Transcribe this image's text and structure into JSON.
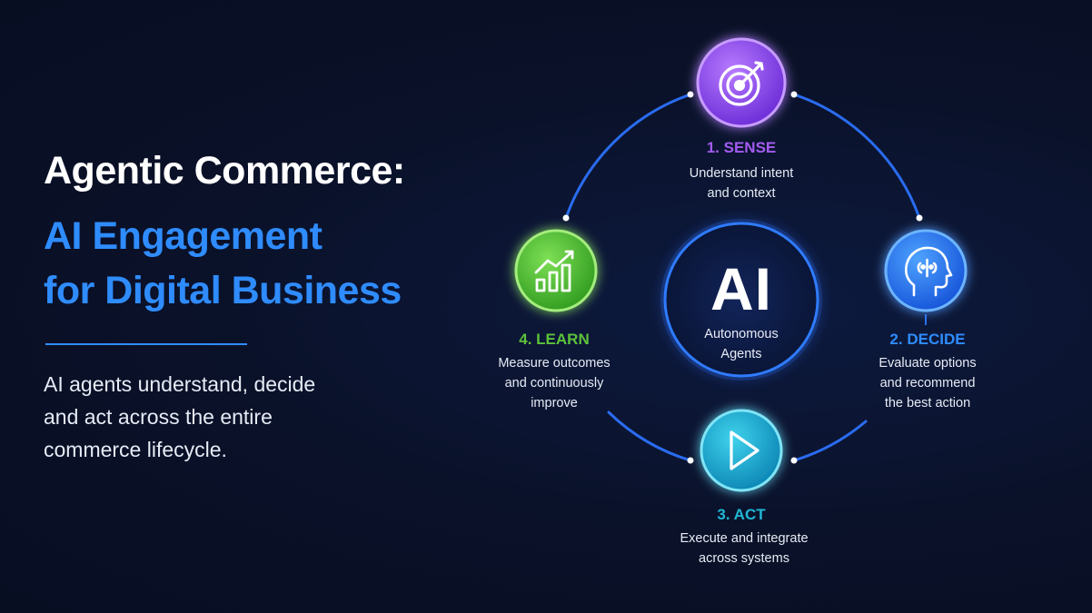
{
  "heading": {
    "line1": "Agentic Commerce:",
    "line2": "AI Engagement",
    "line3": "for Digital Business"
  },
  "description": {
    "line1": "AI agents understand, decide",
    "line2": "and act across the entire",
    "line3": "commerce lifecycle."
  },
  "center": {
    "title": "AI",
    "label_line1": "Autonomous",
    "label_line2": "Agents"
  },
  "steps": [
    {
      "title": "1. SENSE",
      "desc_line1": "Understand intent",
      "desc_line2": "and context",
      "icon": "target-icon",
      "color": "#a35cf0"
    },
    {
      "title": "2. DECIDE",
      "desc_line1": "Evaluate options",
      "desc_line2": "and recommend",
      "desc_line3": "the best action",
      "icon": "brain-head-icon",
      "color": "#2f8cff"
    },
    {
      "title": "3. ACT",
      "desc_line1": "Execute and integrate",
      "desc_line2": "across systems",
      "icon": "play-icon",
      "color": "#1fb8d6"
    },
    {
      "title": "4. LEARN",
      "desc_line1": "Measure outcomes",
      "desc_line2": "and continuously",
      "desc_line3": "improve",
      "icon": "growth-chart-icon",
      "color": "#5cc23a"
    }
  ],
  "colors": {
    "background": "#0a1128",
    "accent": "#2f8cff",
    "ring": "#2a6cf0"
  }
}
